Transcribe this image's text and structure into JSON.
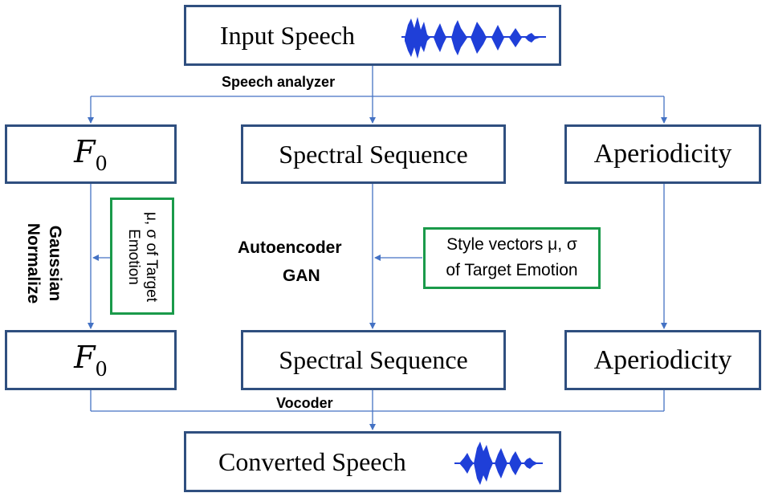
{
  "input": {
    "label": "Input Speech"
  },
  "analyzer_label": "Speech analyzer",
  "analysis": {
    "f0": {
      "symbol": "F",
      "subscript": "0"
    },
    "spectral": "Spectral Sequence",
    "aperiodicity": "Aperiodicity"
  },
  "f0_side": {
    "label_line1": "Gaussian",
    "label_line2": "Normalize",
    "stats_line1": "μ, σ of Target",
    "stats_line2": "Emotion"
  },
  "spectral_side": {
    "label_line1": "Autoencoder",
    "label_line2": "GAN",
    "style_line1": "Style vectors μ, σ",
    "style_line2": "of Target Emotion"
  },
  "converted": {
    "f0": {
      "symbol": "F",
      "subscript": "0"
    },
    "spectral": "Spectral Sequence",
    "aperiodicity": "Aperiodicity"
  },
  "vocoder_label": "Vocoder",
  "output": {
    "label": "Converted Speech"
  },
  "colors": {
    "box_border": "#2f4f7f",
    "green_border": "#1a9a4a",
    "wire": "#4472c4",
    "waveform": "#1f3fd8"
  },
  "icons": {
    "input_waveform": "waveform-icon",
    "output_waveform": "waveform-icon"
  }
}
